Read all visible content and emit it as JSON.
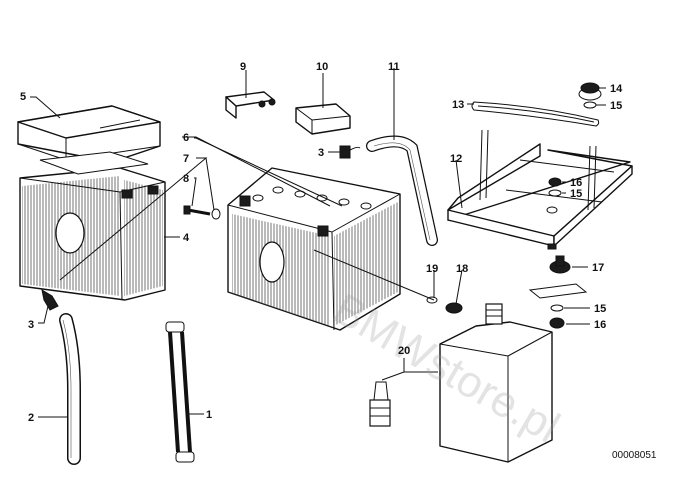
{
  "diagram": {
    "callouts": {
      "c1": "1",
      "c2": "2",
      "c3a": "3",
      "c3b": "3",
      "c4": "4",
      "c5": "5",
      "c6": "6",
      "c7": "7",
      "c8": "8",
      "c9": "9",
      "c10": "10",
      "c11": "11",
      "c12": "12",
      "c13": "13",
      "c14": "14",
      "c15a": "15",
      "c15b": "15",
      "c15c": "15",
      "c16a": "16",
      "c16b": "16",
      "c17": "17",
      "c18": "18",
      "c19": "19",
      "c20": "20"
    },
    "figure_id": "00008051",
    "watermark": "BMWstore.pl"
  }
}
